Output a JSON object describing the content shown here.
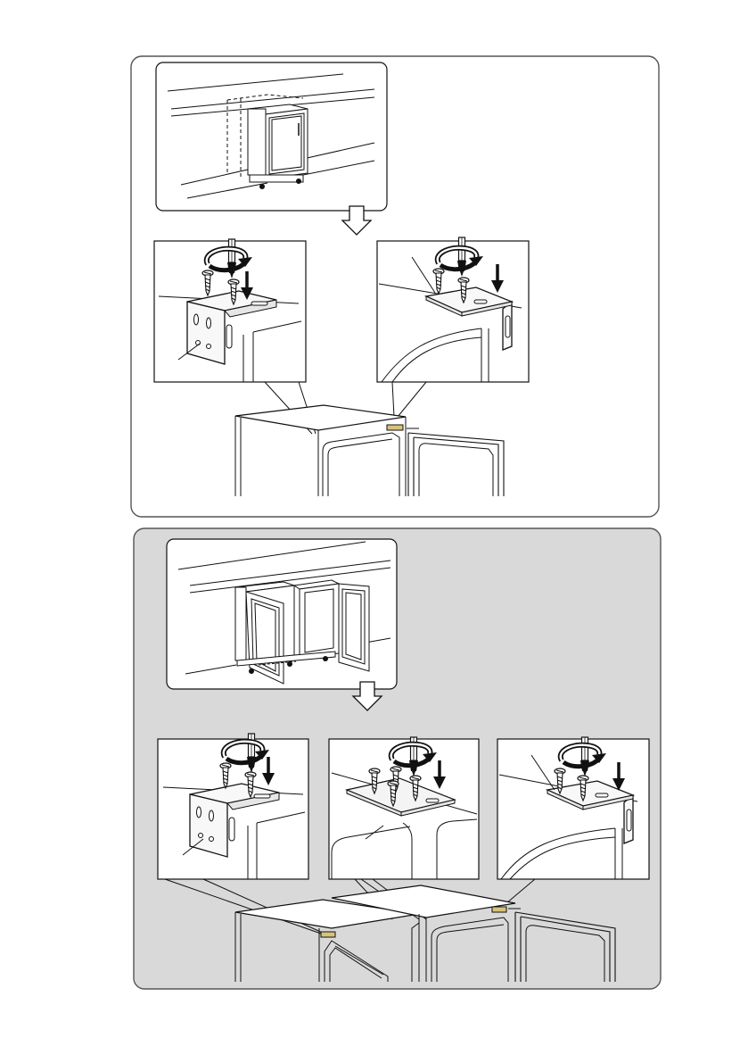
{
  "page": {
    "title": "",
    "background": "#ffffff"
  },
  "colors": {
    "line": "#111111",
    "panel_border": "#555555",
    "panel_top_fill": "#ffffff",
    "panel_bottom_fill": "#d9d9d9",
    "box_fill": "#ffffff",
    "bracket_fill": "#f4f4f4",
    "brass": "#d8c27a"
  },
  "sections": [
    {
      "id": "single-appliance",
      "label": "",
      "steps": [
        "overview",
        "bracket-left",
        "bracket-right",
        "assembled"
      ]
    },
    {
      "id": "two-appliances",
      "label": "",
      "steps": [
        "overview",
        "bracket-left",
        "bracket-middle",
        "bracket-right",
        "assembled"
      ]
    }
  ],
  "icons": [
    "rotate-arrow-icon",
    "screwdriver-icon",
    "screw-icon",
    "down-arrow-icon",
    "hollow-down-arrow-icon"
  ]
}
